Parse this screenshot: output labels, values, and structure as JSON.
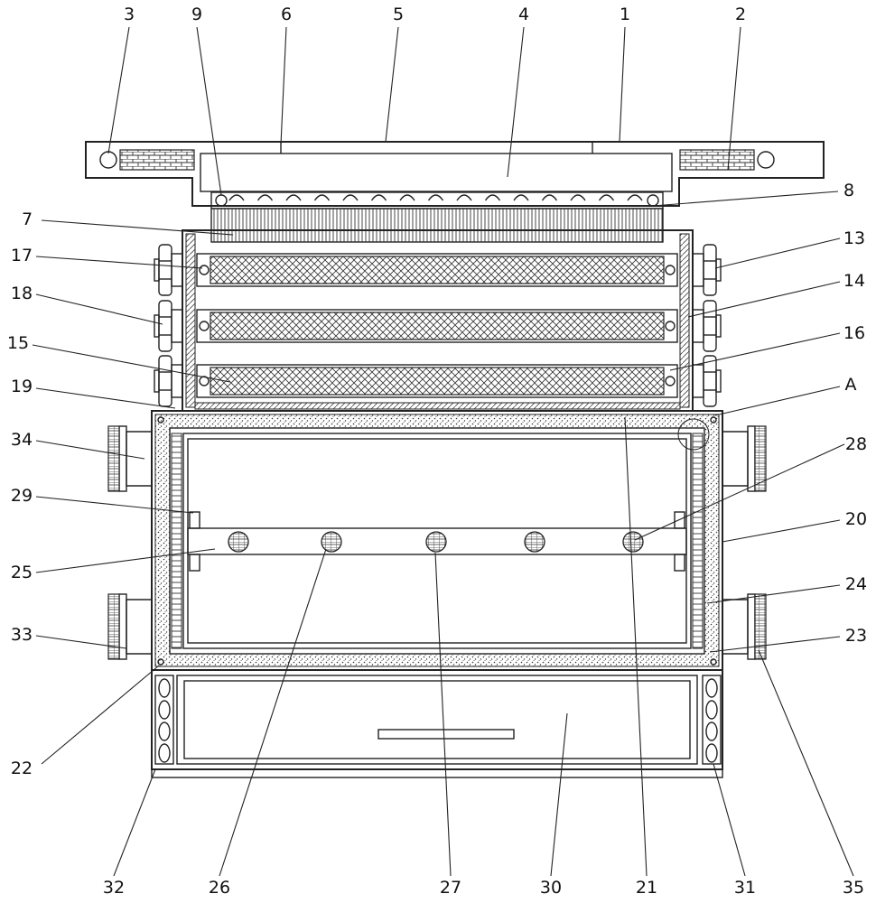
{
  "labels": {
    "l1": "1",
    "l2": "2",
    "l3": "3",
    "l4": "4",
    "l5": "5",
    "l6": "6",
    "l7": "7",
    "l8": "8",
    "l9": "9",
    "l13": "13",
    "l14": "14",
    "l15": "15",
    "l16": "16",
    "l17": "17",
    "l18": "18",
    "l19": "19",
    "l20": "20",
    "l21": "21",
    "l22": "22",
    "l23": "23",
    "l24": "24",
    "l25": "25",
    "l26": "26",
    "l27": "27",
    "l28": "28",
    "l29": "29",
    "l30": "30",
    "l31": "31",
    "l32": "32",
    "l33": "33",
    "l34": "34",
    "l35": "35",
    "lA": "A"
  },
  "colors": {
    "line": "#222222",
    "fill": "#ffffff"
  }
}
